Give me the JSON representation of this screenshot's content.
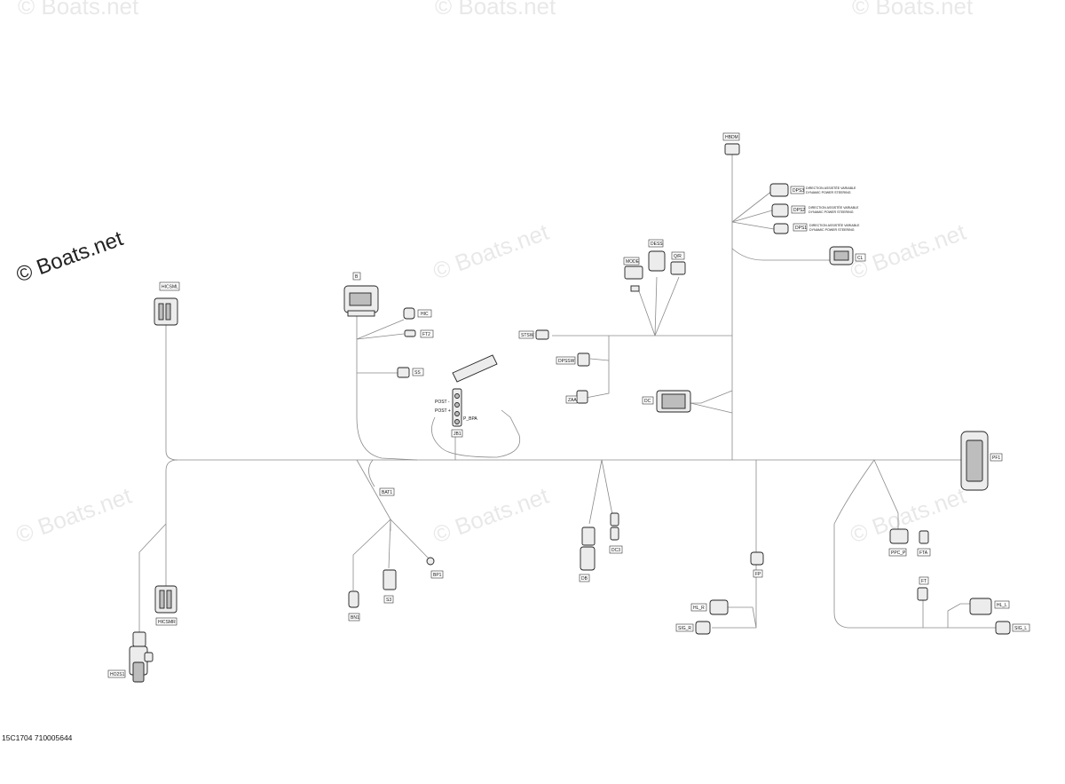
{
  "watermark": {
    "main": "© Boats.net",
    "faint": "© Boats.net"
  },
  "drawing_code": "15C1704  710005644",
  "labels": {
    "hicsml": "HICSML",
    "b": "B",
    "hic": "HIC",
    "ft2": "FT2",
    "ss": "SS",
    "post_minus": "POST -",
    "post_plus": "POST +",
    "p_bpa": "P_BPA",
    "jb": "JB1",
    "mode": "MODE",
    "dess": "DESS",
    "qr": "Q/R",
    "stsw": "STSW",
    "dpssw": "DPSSW",
    "zaa": "ZAA",
    "dc": "DC",
    "hdm": "HBDM",
    "dps3": "DPS3",
    "dps2": "DPS2",
    "dps1": "DPS1",
    "cl": "CL",
    "pf1": "PF1",
    "bat1": "BAT1",
    "bn1": "BN1",
    "s3": "S3",
    "bp1": "BP1",
    "db": "DB",
    "dc3": "DC3",
    "fp": "FP",
    "hl_r": "HL_R",
    "sig_r": "SIG_R",
    "ppc_p": "PPC_P",
    "fta": "FTA",
    "ft": "FT",
    "hl_l": "HL_L",
    "sig_l": "SIG_L",
    "hicsmr": "HICSMR",
    "ho2s1": "HO2S1"
  },
  "notes": {
    "dps3_fr": "DIRECTION ASSISTÉE VARIABLE",
    "dps3_en": "DYNAMIC POWER STEERING",
    "dps2_fr": "DIRECTION ASSISTÉE VARIABLE",
    "dps2_en": "DYNAMIC POWER STEERING",
    "dps1_fr": "DIRECTION ASSISTÉE VARIABLE",
    "dps1_en": "DYNAMIC POWER STEERING"
  }
}
